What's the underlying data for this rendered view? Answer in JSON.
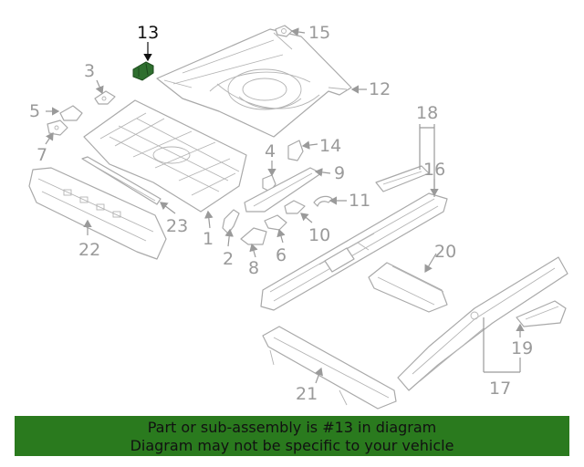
{
  "highlight_color": "#2a7a1e",
  "callouts": [
    {
      "id": "1",
      "text": "1"
    },
    {
      "id": "2",
      "text": "2"
    },
    {
      "id": "3",
      "text": "3"
    },
    {
      "id": "4",
      "text": "4"
    },
    {
      "id": "5",
      "text": "5"
    },
    {
      "id": "6",
      "text": "6"
    },
    {
      "id": "7",
      "text": "7"
    },
    {
      "id": "8",
      "text": "8"
    },
    {
      "id": "9",
      "text": "9"
    },
    {
      "id": "10",
      "text": "10"
    },
    {
      "id": "11",
      "text": "11"
    },
    {
      "id": "12",
      "text": "12"
    },
    {
      "id": "13",
      "text": "13",
      "highlighted": true
    },
    {
      "id": "14",
      "text": "14"
    },
    {
      "id": "15",
      "text": "15"
    },
    {
      "id": "16",
      "text": "16"
    },
    {
      "id": "17",
      "text": "17"
    },
    {
      "id": "18",
      "text": "18"
    },
    {
      "id": "19",
      "text": "19"
    },
    {
      "id": "20",
      "text": "20"
    },
    {
      "id": "21",
      "text": "21"
    },
    {
      "id": "22",
      "text": "22"
    },
    {
      "id": "23",
      "text": "23"
    }
  ],
  "banner": {
    "line1": "Part or sub-assembly is #13 in diagram",
    "line2": "Diagram may not be specific to your vehicle"
  }
}
